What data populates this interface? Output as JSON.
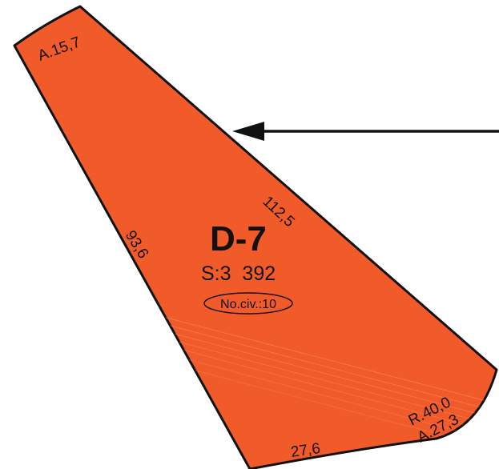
{
  "parcel": {
    "id": "D-7",
    "area": "S:3  392",
    "civic_number": "No.civ.:10",
    "fill_color": "#F15A29",
    "outline_color": "#111111"
  },
  "dimensions": {
    "top_arc": "A.15,7",
    "left_side": "93,6",
    "right_side": "112,5",
    "bottom_side": "27,6",
    "corner_radius": "R.40,0",
    "corner_arc": "A.27,3"
  },
  "pointer_arrow": {
    "icon": "arrow-left-icon",
    "color": "#111111"
  }
}
